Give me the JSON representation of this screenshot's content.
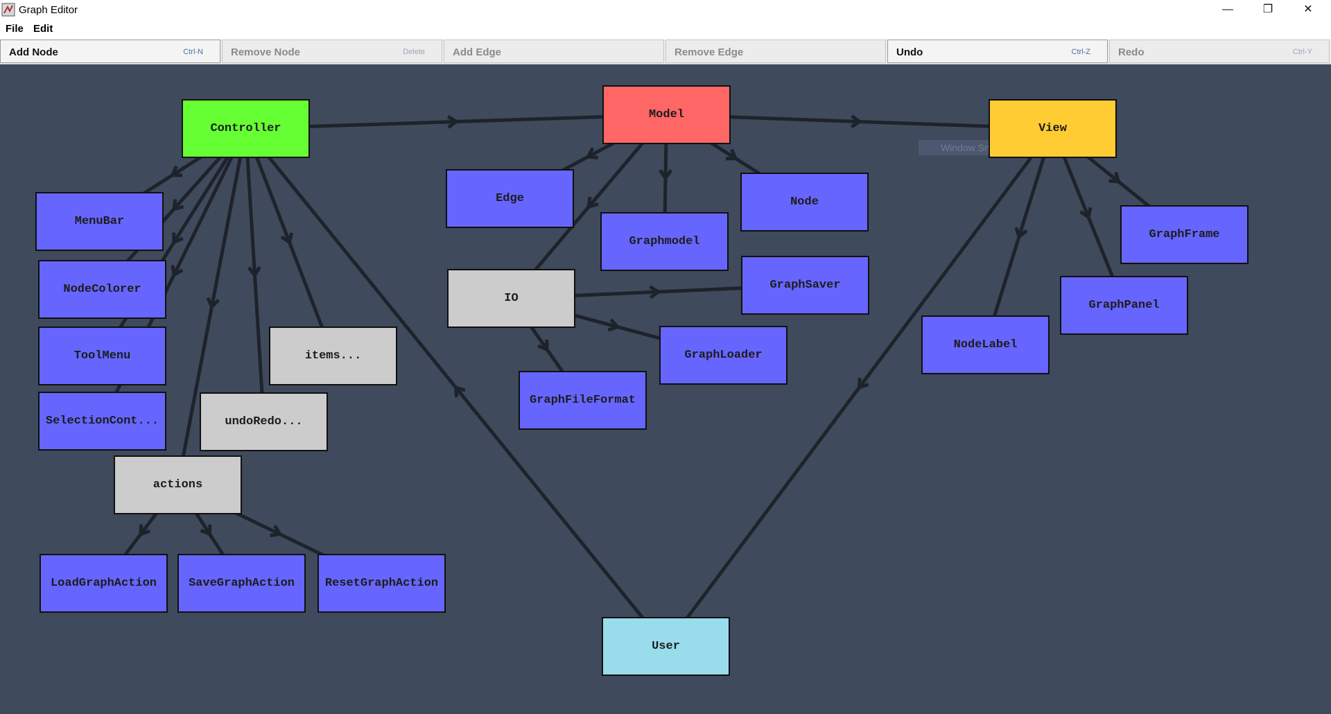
{
  "window": {
    "title": "Graph Editor",
    "controls": {
      "minimize": "—",
      "maximize": "❐",
      "close": "✕"
    }
  },
  "menubar": {
    "items": [
      "File",
      "Edit"
    ]
  },
  "toolbar": {
    "buttons": [
      {
        "label": "Add Node",
        "accel": "Ctrl-N",
        "enabled": true
      },
      {
        "label": "Remove Node",
        "accel": "Delete",
        "enabled": false
      },
      {
        "label": "Add Edge",
        "accel": "",
        "enabled": false
      },
      {
        "label": "Remove Edge",
        "accel": "",
        "enabled": false
      },
      {
        "label": "Undo",
        "accel": "Ctrl-Z",
        "enabled": true
      },
      {
        "label": "Redo",
        "accel": "Ctrl-Y",
        "enabled": false
      }
    ]
  },
  "colors": {
    "canvas": "#3f4a5c",
    "edge": "#1e232b",
    "controller": "#66ff33",
    "model": "#ff6666",
    "view": "#ffcc33",
    "user": "#99dded",
    "class": "#6666ff",
    "package": "#cccccc"
  },
  "graph": {
    "nodes": [
      {
        "id": "controller",
        "label": "Controller",
        "kind": "controller"
      },
      {
        "id": "model",
        "label": "Model",
        "kind": "model"
      },
      {
        "id": "view",
        "label": "View",
        "kind": "view"
      },
      {
        "id": "menubar",
        "label": "MenuBar",
        "kind": "class"
      },
      {
        "id": "nodecolorer",
        "label": "NodeColorer",
        "kind": "class"
      },
      {
        "id": "toolmenu",
        "label": "ToolMenu",
        "kind": "class"
      },
      {
        "id": "selectioncont",
        "label": "SelectionCont...",
        "kind": "class"
      },
      {
        "id": "actions",
        "label": "actions",
        "kind": "package"
      },
      {
        "id": "undoredo",
        "label": "undoRedo...",
        "kind": "package"
      },
      {
        "id": "items",
        "label": "items...",
        "kind": "package"
      },
      {
        "id": "loadgraphaction",
        "label": "LoadGraphAction",
        "kind": "class"
      },
      {
        "id": "savegraphaction",
        "label": "SaveGraphAction",
        "kind": "class"
      },
      {
        "id": "resetgraphaction",
        "label": "ResetGraphAction",
        "kind": "class"
      },
      {
        "id": "edge",
        "label": "Edge",
        "kind": "class"
      },
      {
        "id": "graphmodel",
        "label": "Graphmodel",
        "kind": "class"
      },
      {
        "id": "node",
        "label": "Node",
        "kind": "class"
      },
      {
        "id": "io",
        "label": "IO",
        "kind": "package"
      },
      {
        "id": "graphsaver",
        "label": "GraphSaver",
        "kind": "class"
      },
      {
        "id": "graphloader",
        "label": "GraphLoader",
        "kind": "class"
      },
      {
        "id": "graphfileformat",
        "label": "GraphFileFormat",
        "kind": "class"
      },
      {
        "id": "graphframe",
        "label": "GraphFrame",
        "kind": "class"
      },
      {
        "id": "graphpanel",
        "label": "GraphPanel",
        "kind": "class"
      },
      {
        "id": "nodelabel",
        "label": "NodeLabel",
        "kind": "class"
      },
      {
        "id": "user",
        "label": "User",
        "kind": "user"
      }
    ],
    "edges": [
      {
        "from": "controller",
        "to": "model"
      },
      {
        "from": "model",
        "to": "view"
      },
      {
        "from": "controller",
        "to": "menubar"
      },
      {
        "from": "controller",
        "to": "nodecolorer"
      },
      {
        "from": "controller",
        "to": "toolmenu"
      },
      {
        "from": "controller",
        "to": "selectioncont"
      },
      {
        "from": "controller",
        "to": "actions"
      },
      {
        "from": "controller",
        "to": "undoredo"
      },
      {
        "from": "controller",
        "to": "items"
      },
      {
        "from": "actions",
        "to": "loadgraphaction"
      },
      {
        "from": "actions",
        "to": "savegraphaction"
      },
      {
        "from": "actions",
        "to": "resetgraphaction"
      },
      {
        "from": "model",
        "to": "edge"
      },
      {
        "from": "model",
        "to": "graphmodel"
      },
      {
        "from": "model",
        "to": "node"
      },
      {
        "from": "model",
        "to": "io"
      },
      {
        "from": "io",
        "to": "graphsaver"
      },
      {
        "from": "io",
        "to": "graphloader"
      },
      {
        "from": "io",
        "to": "graphfileformat"
      },
      {
        "from": "view",
        "to": "graphframe"
      },
      {
        "from": "view",
        "to": "graphpanel"
      },
      {
        "from": "view",
        "to": "nodelabel"
      },
      {
        "from": "view",
        "to": "user"
      },
      {
        "from": "user",
        "to": "controller"
      }
    ]
  }
}
